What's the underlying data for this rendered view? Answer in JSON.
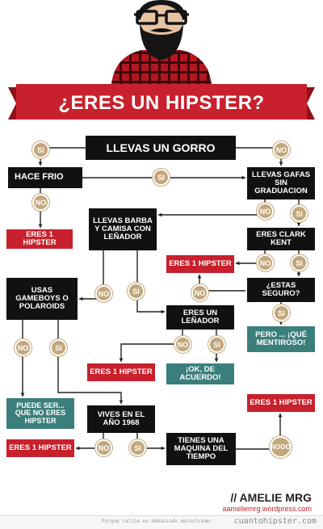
{
  "title": "¿ERES UN HIPSTER?",
  "nodes": {
    "gorro": "LLEVAS UN GORRO",
    "frio": "HACE FRIO",
    "gafas": "LLEVAS GAFAS SIN GRADUACION",
    "hipster_frio": "ERES 1 HIPSTER",
    "barba": "LLEVAS BARBA Y CAMISA CON LEÑADOR",
    "clark": "ERES CLARK KENT",
    "hipster_mid": "ERES 1 HIPSTER",
    "seguro": "¿ESTAS SEGURO?",
    "gameboys": "USAS GAMEBOYS O POLAROIDS",
    "lenador": "ERES UN LEÑADOR",
    "mentiroso": "PERO ... ¡QUÉ MENTIROSO!",
    "hipster_lenador": "ERES 1 HIPSTER",
    "ok": "¡OK, DE ACUERDO!",
    "puede": "PUEDE SER... QUE NO ERES HIPSTER",
    "vives": "VIVES EN EL AÑO 1968",
    "hipster_right": "ERES 1 HIPSTER",
    "hipster_bottom": "ERES 1 HIPSTER",
    "maquina": "TIENES UNA MAQUINA DEL TIEMPO"
  },
  "labels": {
    "si": "SI",
    "no": "NO",
    "nooo": "NOOO"
  },
  "credit": {
    "name": "// AMELIE MRG",
    "url": "aameliemrg.wordpress.com"
  },
  "footer": {
    "caption": "Porque ralize es demasiado mainstream:",
    "site": "cuantohipster.com"
  },
  "colors": {
    "red": "#c8202c",
    "black": "#111111",
    "teal": "#3b7f7c",
    "badge": "#c3a77c"
  }
}
